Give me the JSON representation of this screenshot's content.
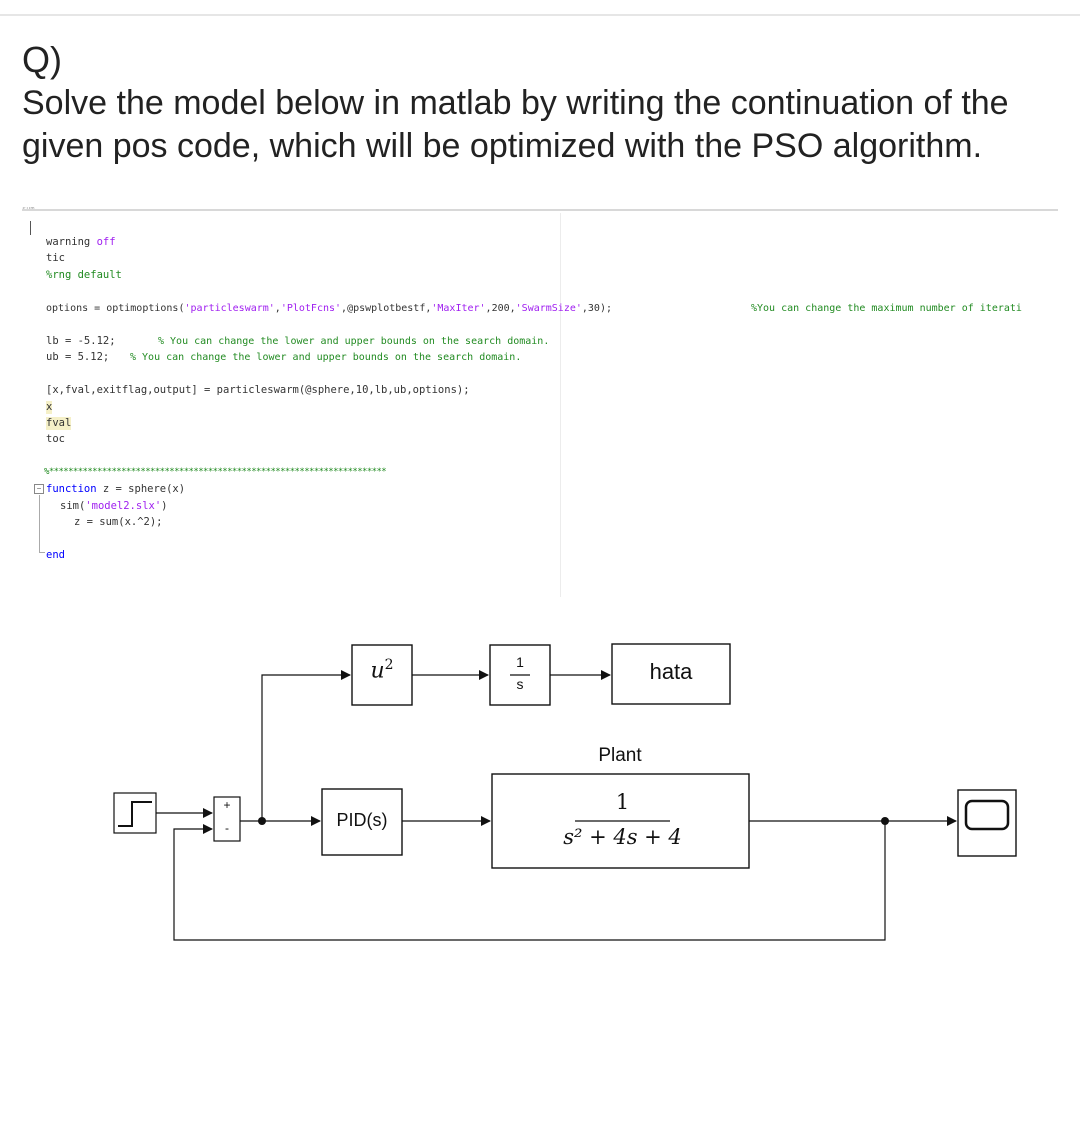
{
  "question": {
    "label": "Q)",
    "text": "Solve the model below in matlab by writing the continuation of the given pos code, which will be optimized with the PSO algorithm."
  },
  "editor": {
    "header_fragment": "sum",
    "lines": {
      "warning": [
        "warning ",
        "off"
      ],
      "tic": "tic",
      "rng": "%rng default",
      "options_pre": "options = optimoptions(",
      "options_s1": "'particleswarm'",
      "options_c1": ",",
      "options_s2": "'PlotFcns'",
      "options_c2": ",@pswplotbestf,",
      "options_s3": "'MaxIter'",
      "options_c3": ",200,",
      "options_s4": "'SwarmSize'",
      "options_c4": ",30);",
      "options_comment": "%You can change the maximum number of iterati",
      "lb": "lb = -5.12;",
      "lb_comment": "% You can change the lower and upper bounds on the search domain.",
      "ub": "ub = 5.12;",
      "ub_comment": "% You can change the lower and upper bounds on the search domain.",
      "call": "[x,fval,exitflag,output] = particleswarm(@sphere,10,lb,ub,options);",
      "x": "x",
      "fval": "fval",
      "toc": "toc",
      "separator": "%**********************************************************************",
      "fn_kw": "function",
      "fn_rest": " z = sphere(x)",
      "sim_pre": "sim(",
      "sim_str": "'model2.slx'",
      "sim_post": ")",
      "z": "z = sum(x.^2);",
      "end": "end"
    }
  },
  "diagram": {
    "blocks": {
      "square": "u",
      "square_sup": "2",
      "integrator_num": "1",
      "integrator_den": "s",
      "hata": "hata",
      "plant_label": "Plant",
      "tf_num": "1",
      "tf_den": "s² + 4s + 4",
      "pid": "PID(s)",
      "sum_plus": "+",
      "sum_minus": "-"
    }
  }
}
